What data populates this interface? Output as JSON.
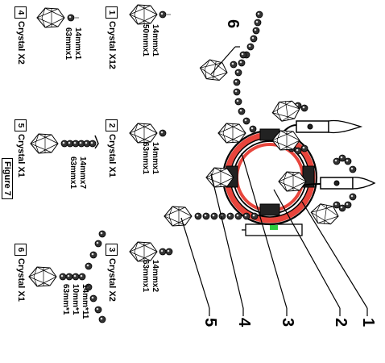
{
  "figure_label": "Figure 7",
  "callouts": [
    "1",
    "2",
    "3",
    "4",
    "5",
    "6"
  ],
  "parts": [
    {
      "number": "1",
      "name": "Crystal X12",
      "spec": [
        "14mmx1",
        "50mmx1"
      ]
    },
    {
      "number": "2",
      "name": "Crystal X1",
      "spec": [
        "14mmx1",
        "63mmx1"
      ]
    },
    {
      "number": "3",
      "name": "Crystal X2",
      "spec": [
        "14mmx2",
        "63mmx1"
      ]
    },
    {
      "number": "4",
      "name": "Crystal X2",
      "spec": [
        "14mmx1",
        "63mmx1"
      ]
    },
    {
      "number": "5",
      "name": "Crystal X1",
      "spec": [
        "14mmx7",
        "63mmx1"
      ]
    },
    {
      "number": "6",
      "name": "Crystal X1",
      "spec": [
        "14mm*11",
        "10mm*1",
        "63mm*1"
      ]
    }
  ],
  "colors": {
    "ring": "#e8453c",
    "base_accent": "#2ecc40",
    "line": "#000000"
  }
}
